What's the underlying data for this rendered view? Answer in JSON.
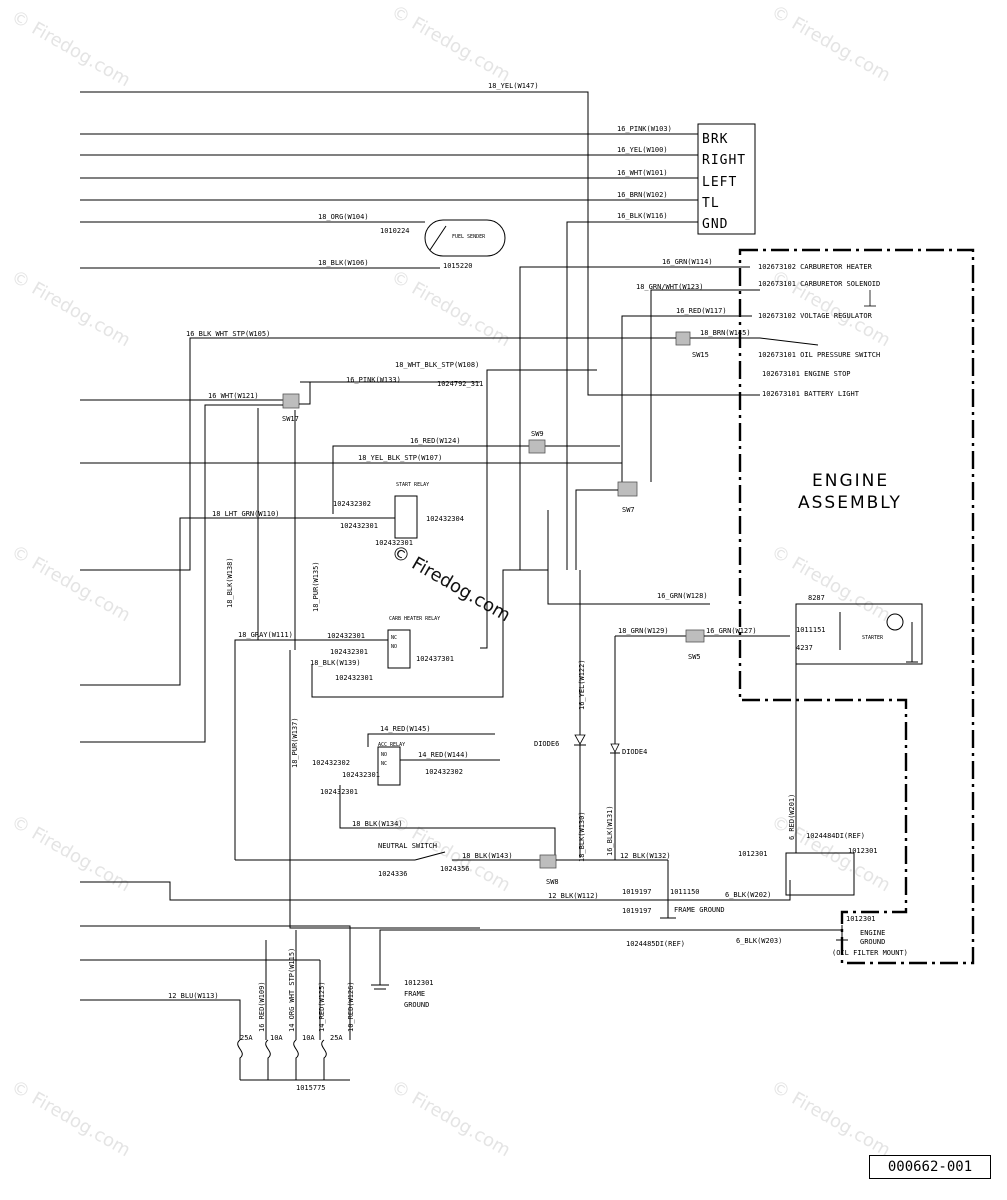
{
  "connector": {
    "labels": [
      "BRK",
      "RIGHT",
      "LEFT",
      "TL",
      "GND"
    ],
    "wires": [
      "16_PINK(W103)",
      "16_YEL(W100)",
      "16_WHT(W101)",
      "16_BRN(W102)",
      "16_BLK(W116)"
    ]
  },
  "fuel": {
    "wire_top": "18_ORG(W104)",
    "wire_bot": "18_BLK(W106)",
    "part_top": "1010224",
    "part_bot": "1015220",
    "sender": "FUEL SENDER"
  },
  "top_wire": "18_YEL(W147)",
  "engine": {
    "title_1": "ENGINE",
    "title_2": "ASSEMBLY",
    "items": [
      "102673102 CARBURETOR HEATER",
      "102673101 CARBURETOR SOLENOID",
      "102673102 VOLTAGE REGULATOR",
      "102673101 OIL PRESSURE SWITCH",
      "102673101 ENGINE STOP",
      "102673101 BATTERY LIGHT"
    ],
    "wires": [
      "16_GRN(W114)",
      "18_GRN/WHT(W123)",
      "16_RED(W117)",
      "18_BRN(W145)"
    ]
  },
  "switches": {
    "sw15": "SW15",
    "sw17": "SW17",
    "sw9": "SW9",
    "sw7": "SW7",
    "sw5": "SW5",
    "sw8": "SW8"
  },
  "mid_wires": {
    "blk_wht_stp": "16_BLK_WHT_STP(W105)",
    "wht_blk_stp": "18_WHT_BLK_STP(W108)",
    "pink133": "16_PINK(W133)",
    "part_1024792": "1024792_311",
    "wht121": "16_WHT(W121)",
    "red124": "16_RED(W124)",
    "yel_blk_stp": "18_YEL_BLK_STP(W107)",
    "lht_grn": "18_LHT_GRN(W110)",
    "blk138": "18_BLK(W138)",
    "pur135": "18_PUR(W135)",
    "gray": "18_GRAY(W111)",
    "blk139": "18_BLK(W139)",
    "pur137": "18_PUR(W137)",
    "red145": "14_RED(W145)",
    "red144": "14_RED(W144)",
    "blk134": "18_BLK(W134)",
    "yel122": "16_YEL(W122)",
    "grn128": "16_GRN(W128)",
    "grn129": "18_GRN(W129)",
    "grn127": "16_GRN(W127)",
    "blk130": "18_BLK(W130)",
    "blk131": "16_BLK(W131)",
    "blk143": "18_BLK(W143)",
    "blk132": "12_BLK(W132)",
    "blk112": "12_BLK(W112)",
    "red201": "6_RED(W201)",
    "blk202": "6_BLK(W202)",
    "blk203": "6_BLK(W203)",
    "blu113": "12_BLU(W113)",
    "red109": "16_RED(W109)",
    "org_wht": "14_ORG_WHT_STP(W115)",
    "red125": "14_RED(W125)",
    "red126": "10_RED(W126)"
  },
  "relays": {
    "start": "START RELAY",
    "carb": "CARB HEATER RELAY",
    "acc": "ACC RELAY",
    "no": "NO",
    "nc": "NC",
    "p102432302": "102432302",
    "p102432301": "102432301",
    "p102432304": "102432304",
    "p102437301": "102437301"
  },
  "parts": {
    "neutral": "NEUTRAL SWITCH",
    "p1024336": "1024336",
    "p1024356": "1024356",
    "diode_l": "DIODE6",
    "diode_r": "DIODE4",
    "p1019197a": "1019197",
    "p1019197b": "1019197",
    "p1011150": "1011150",
    "frame_ground": "FRAME GROUND",
    "p1024485": "1024485DI(REF)",
    "p1012301a": "1012301",
    "p1012301b": "1012301",
    "battery": "1024484DI(REF)",
    "engine_ground_1": "ENGINE",
    "engine_ground_2": "GROUND",
    "oil": "(OIL FILTER MOUNT)",
    "p1012301c": "1012301",
    "starter": "STARTER",
    "p8287": "8287",
    "p4237": "4237",
    "p1011151": "1011151",
    "frame2_part": "1012301",
    "frame2_1": "FRAME",
    "frame2_2": "GROUND",
    "fuse_part": "1015775",
    "fuses": [
      "25A",
      "10A",
      "10A",
      "25A"
    ]
  },
  "watermark": {
    "brand": "© Firedog.com",
    "center": "© Firedog.com"
  },
  "ref_code": "000662-001"
}
